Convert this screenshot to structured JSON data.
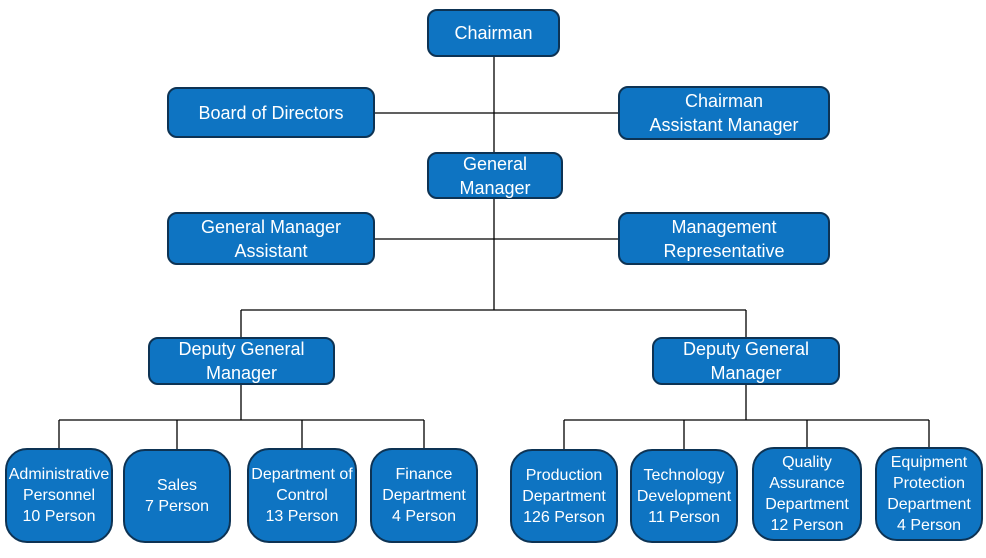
{
  "diagram": {
    "type": "org-chart",
    "colors": {
      "node_fill": "#0e74c2",
      "node_border": "#0d3354",
      "node_text": "#ffffff",
      "connector": "#000000",
      "background": "#ffffff"
    }
  },
  "nodes": {
    "chairman": {
      "lines": [
        "Chairman"
      ]
    },
    "board_of_directors": {
      "lines": [
        "Board of Directors"
      ]
    },
    "chairman_assistant_manager": {
      "lines": [
        "Chairman",
        "Assistant Manager"
      ]
    },
    "general_manager": {
      "lines": [
        "General",
        "Manager"
      ]
    },
    "general_manager_assistant": {
      "lines": [
        "General Manager",
        "Assistant"
      ]
    },
    "management_representative": {
      "lines": [
        "Management",
        "Representative"
      ]
    },
    "deputy_general_manager_left": {
      "lines": [
        "Deputy General",
        "Manager"
      ]
    },
    "deputy_general_manager_right": {
      "lines": [
        "Deputy General",
        "Manager"
      ]
    },
    "administrative_personnel": {
      "lines": [
        "Administrative",
        "Personnel",
        "10 Person"
      ]
    },
    "sales": {
      "lines": [
        "Sales",
        "7 Person"
      ]
    },
    "department_of_control": {
      "lines": [
        "Department of",
        "Control",
        "13 Person"
      ]
    },
    "finance_department": {
      "lines": [
        "Finance",
        "Department",
        "4 Person"
      ]
    },
    "production_department": {
      "lines": [
        "Production",
        "Department",
        "126 Person"
      ]
    },
    "technology_development": {
      "lines": [
        "Technology",
        "Development",
        "11 Person"
      ]
    },
    "quality_assurance_department": {
      "lines": [
        "Quality",
        "Assurance",
        "Department",
        "12 Person"
      ]
    },
    "equipment_protection_department": {
      "lines": [
        "Equipment",
        "Protection",
        "Department",
        "4 Person"
      ]
    }
  },
  "edges": [
    [
      "chairman",
      "general_manager"
    ],
    [
      "board_of_directors",
      "chairman-general_manager-link"
    ],
    [
      "chairman_assistant_manager",
      "chairman-general_manager-link"
    ],
    [
      "general_manager_assistant",
      "general_manager-deputies-link"
    ],
    [
      "management_representative",
      "general_manager-deputies-link"
    ],
    [
      "general_manager",
      "deputy_general_manager_left"
    ],
    [
      "general_manager",
      "deputy_general_manager_right"
    ],
    [
      "deputy_general_manager_left",
      "administrative_personnel"
    ],
    [
      "deputy_general_manager_left",
      "sales"
    ],
    [
      "deputy_general_manager_left",
      "department_of_control"
    ],
    [
      "deputy_general_manager_left",
      "finance_department"
    ],
    [
      "deputy_general_manager_right",
      "production_department"
    ],
    [
      "deputy_general_manager_right",
      "technology_development"
    ],
    [
      "deputy_general_manager_right",
      "quality_assurance_department"
    ],
    [
      "deputy_general_manager_right",
      "equipment_protection_department"
    ]
  ]
}
